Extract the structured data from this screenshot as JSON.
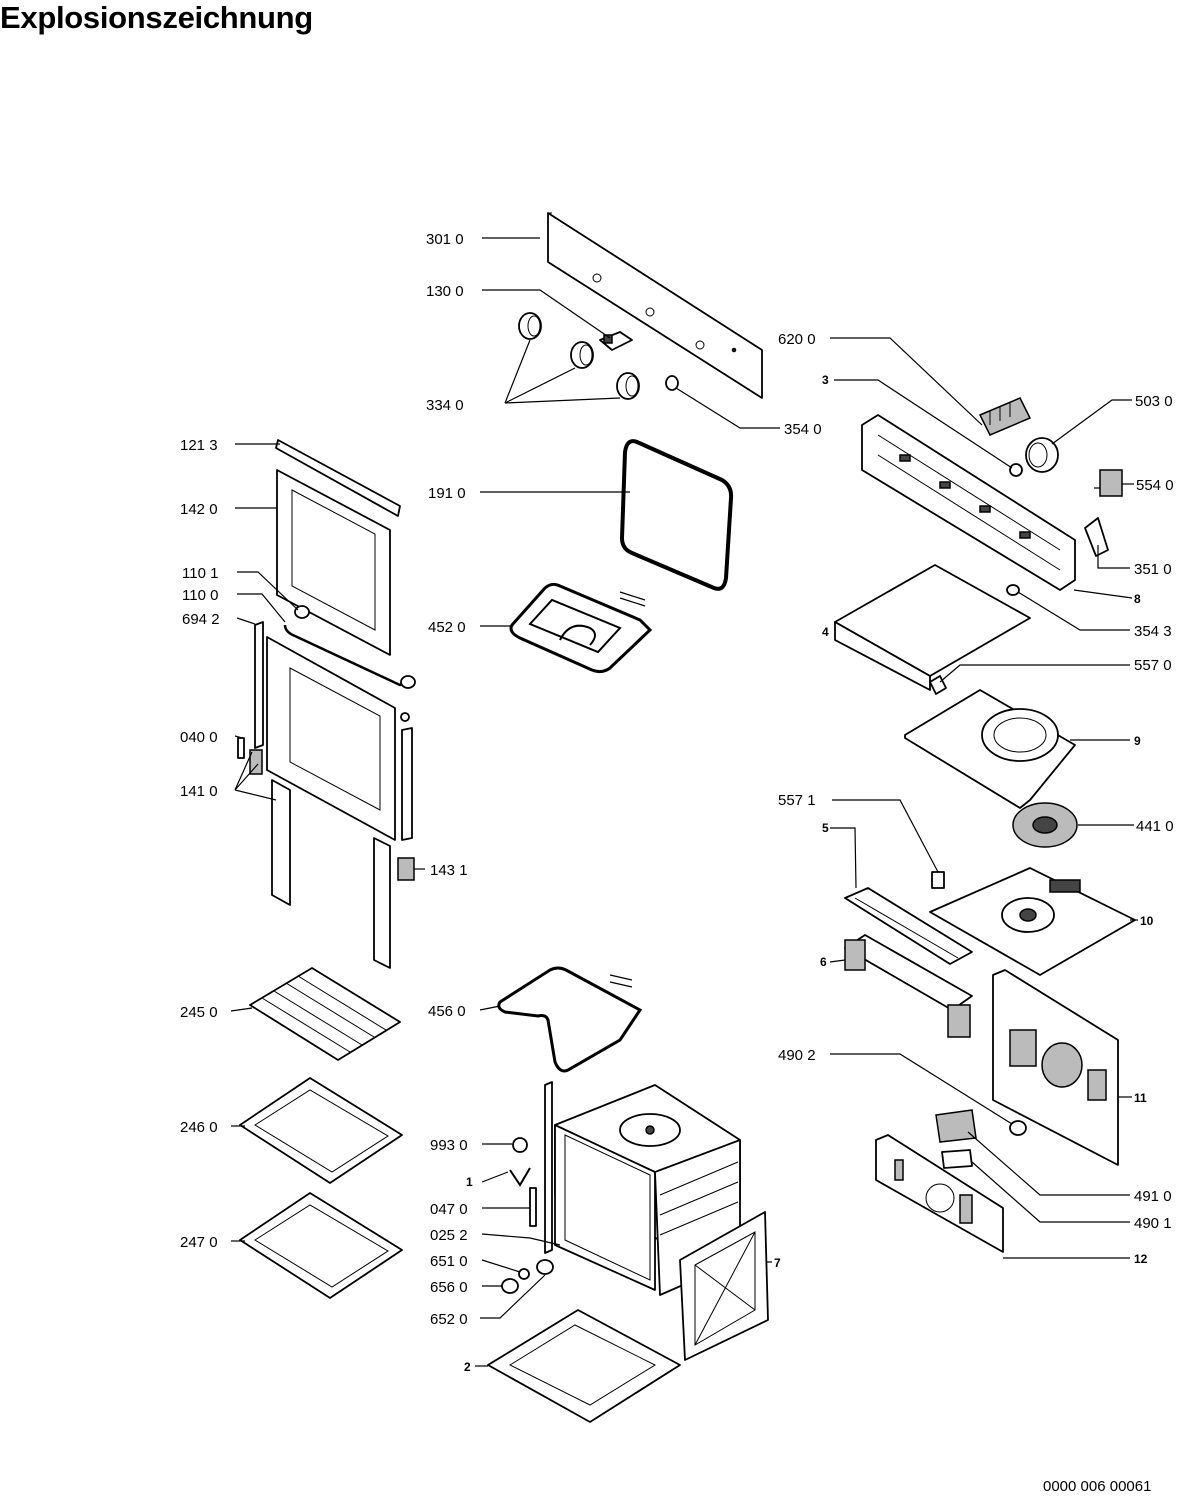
{
  "title": "Explosionszeichnung",
  "doc_number": "0000 006 00061",
  "labels": {
    "p3010": "301 0",
    "p1300": "130 0",
    "p3340": "334 0",
    "p3540": "354 0",
    "p6200": "620 0",
    "p3": "3",
    "p5030": "503 0",
    "p5540": "554 0",
    "p3510": "351 0",
    "p8": "8",
    "p3543": "354 3",
    "p4": "4",
    "p5570": "557 0",
    "p9": "9",
    "p4410": "441 0",
    "p5571": "557 1",
    "p5": "5",
    "p10": "10",
    "p6": "6",
    "p11": "11",
    "p4902": "490 2",
    "p4910": "491 0",
    "p4901": "490 1",
    "p12": "12",
    "p7": "7",
    "p1213": "121 3",
    "p1420": "142 0",
    "p1101": "110 1",
    "p1100": "110 0",
    "p6942": "694 2",
    "p0400": "040 0",
    "p1410": "141 0",
    "p1431": "143 1",
    "p1910": "191 0",
    "p4520": "452 0",
    "p2450": "245 0",
    "p2460": "246 0",
    "p2470": "247 0",
    "p4560": "456 0",
    "p9930": "993 0",
    "p1": "1",
    "p0470": "047 0",
    "p0252": "025 2",
    "p6510": "651 0",
    "p6560": "656 0",
    "p6520": "652 0",
    "p2": "2"
  }
}
